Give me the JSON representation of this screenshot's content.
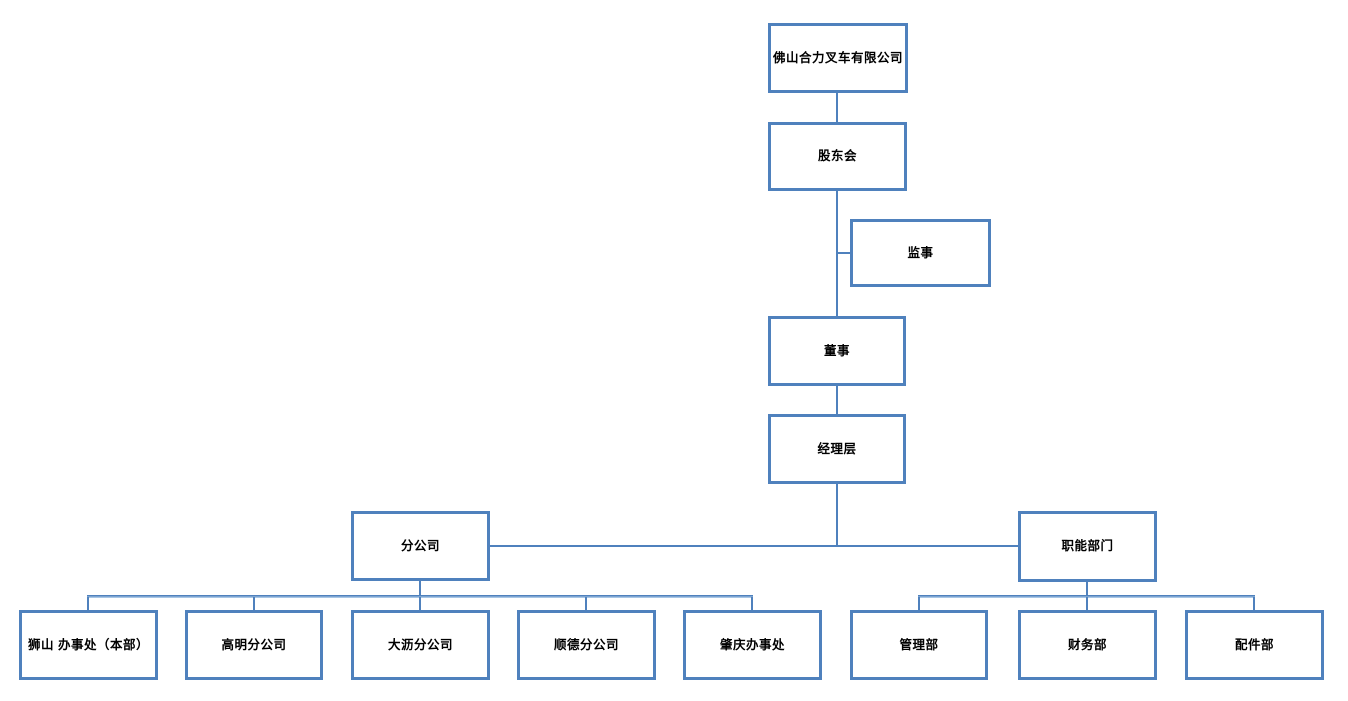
{
  "diagram": {
    "type": "org-chart",
    "colors": {
      "box_border": "#4f81bd",
      "box_fill": "#ffffff",
      "connector_line": "#4f81bd",
      "connector_light": "#a8c6e5",
      "text": "#000000",
      "background": "#ffffff"
    },
    "nodes": {
      "company": "佛山合力叉车有限公司",
      "shareholders": "股东会",
      "supervisor": "监事",
      "director": "董事",
      "management": "经理层",
      "branches": "分公司",
      "functional": "职能部门",
      "shishan": "狮山 办事处（本部）",
      "gaoming": "高明分公司",
      "dali": "大沥分公司",
      "shunde": "顺德分公司",
      "zhaoqing": "肇庆办事处",
      "admin": "管理部",
      "finance": "财务部",
      "parts": "配件部"
    },
    "hierarchy": [
      {
        "parent": "佛山合力叉车有限公司",
        "children": [
          "股东会"
        ]
      },
      {
        "parent": "股东会",
        "children": [
          "监事",
          "董事"
        ]
      },
      {
        "parent": "董事",
        "children": [
          "经理层"
        ]
      },
      {
        "parent": "经理层",
        "children": [
          "分公司",
          "职能部门"
        ]
      },
      {
        "parent": "分公司",
        "children": [
          "狮山 办事处（本部）",
          "高明分公司",
          "大沥分公司",
          "顺德分公司",
          "肇庆办事处"
        ]
      },
      {
        "parent": "职能部门",
        "children": [
          "管理部",
          "财务部",
          "配件部"
        ]
      }
    ]
  }
}
